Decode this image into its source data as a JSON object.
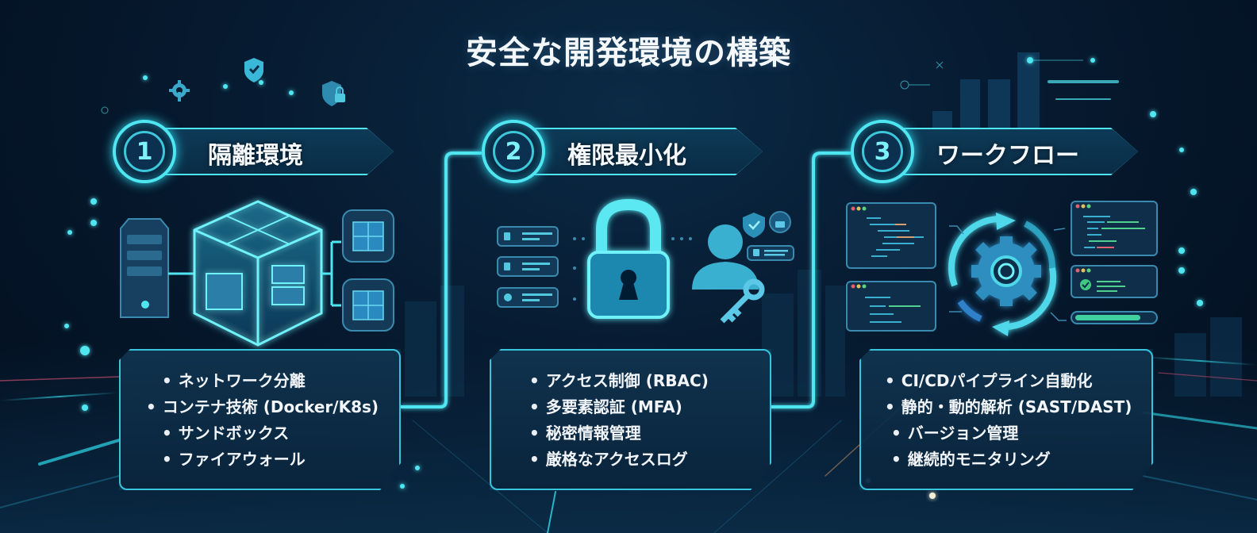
{
  "title": "安全な開発環境の構築",
  "colors": {
    "background": "#061a30",
    "accent": "#4fe6f2",
    "accent_dark": "#2fb7d0",
    "text": "#f2f6fa"
  },
  "steps": [
    {
      "number": "1",
      "label": "隔離環境",
      "illustration_icons": [
        "server-tower-icon",
        "glass-cube-container-icon",
        "container-cluster-icon",
        "container-cluster-icon"
      ],
      "items": [
        "ネットワーク分離",
        "コンテナ技術 (Docker/K8s)",
        "サンドボックス",
        "ファイアウォール"
      ]
    },
    {
      "number": "2",
      "label": "権限最小化",
      "illustration_icons": [
        "padlock-icon",
        "user-icon",
        "key-icon",
        "shield-check-icon",
        "lock-badge-icon",
        "credential-list-icon"
      ],
      "items": [
        "アクセス制御 (RBAC)",
        "多要素認証 (MFA)",
        "秘密情報管理",
        "厳格なアクセスログ"
      ]
    },
    {
      "number": "3",
      "label": "ワークフロー",
      "illustration_icons": [
        "gear-cycle-icon",
        "code-window-icon",
        "code-window-icon",
        "code-window-icon",
        "check-window-icon",
        "progress-bar-icon"
      ],
      "items": [
        "CI/CDパイプライン自動化",
        "静的・動的解析 (SAST/DAST)",
        "バージョン管理",
        "継続的モニタリング"
      ]
    }
  ],
  "decorative_icons": [
    "gear-wrench-icon",
    "shield-check-icon",
    "shield-lock-icon",
    "city-skyline-icon"
  ]
}
